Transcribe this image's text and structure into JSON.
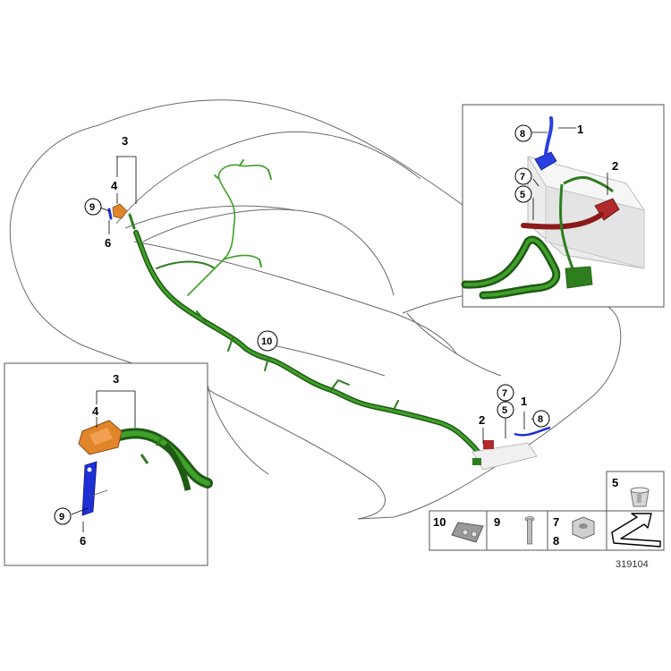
{
  "diagram": {
    "reference_number": "319104",
    "main_callouts": {
      "c3": "3",
      "c4": "4",
      "c9": "9",
      "c6": "6",
      "c10": "10",
      "c7": "7",
      "c5": "5",
      "c2": "2",
      "c1": "1",
      "c8": "8"
    },
    "battery_inset": {
      "c8": "8",
      "c1": "1",
      "c7": "7",
      "c2": "2",
      "c5": "5"
    },
    "terminal_inset": {
      "c3": "3",
      "c4": "4",
      "c9": "9",
      "c6": "6"
    },
    "parts_legend": {
      "p5": "5",
      "p10": "10",
      "p9": "9",
      "p7": "7",
      "p8": "8"
    },
    "colors": {
      "harness": "#2e7d1e",
      "harness_dark": "#1f5a14",
      "positive_cable": "#8b1a1a",
      "negative_cable": "#1f2fd6",
      "terminal": "#e0852a",
      "outline": "#6a6a6a"
    }
  }
}
